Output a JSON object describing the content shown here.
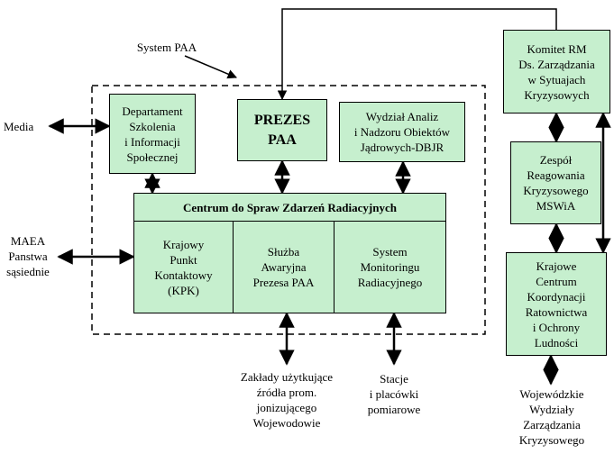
{
  "system_label": "System PAA",
  "boxes": {
    "departament": "Departament\nSzkolenia\ni Informacji\nSpołecznej",
    "prezes": "PREZES\nPAA",
    "wydzial": "Wydział Analiz\ni Nadzoru Obiektów\nJądrowych-DBJR",
    "centrum_title": "Centrum do Spraw Zdarzeń Radiacyjnych",
    "kpk": "Krajowy\nPunkt\nKontaktowy\n(KPK)",
    "sluzba": "Służba\nAwaryjna\nPrezesa PAA",
    "monitoring": "System\nMonitoringu\nRadiacyjnego",
    "komitet": "Komitet RM\nDs. Zarządzania\nw Sytuajach\nKryzysowych",
    "zespol": "Zespół\nReagowania\nKryzysowego\nMSWiA",
    "kcko": "Krajowe\nCentrum\nKoordynacji\nRatownictwa\ni Ochrony\nLudności"
  },
  "external": {
    "media": "Media",
    "maea": "MAEA\nPanstwa\nsąsiednie",
    "zaklady": "Zakłady użytkujące\nźródła prom.\njonizującego\nWojewodowie",
    "stacje": "Stacje\ni placówki\npomiarowe",
    "wojewodzkie": "Wojewódzkie\nWydziały\nZarządzania\nKryzysowego"
  },
  "colors": {
    "box_fill": "#c6efce",
    "line": "#000000"
  }
}
